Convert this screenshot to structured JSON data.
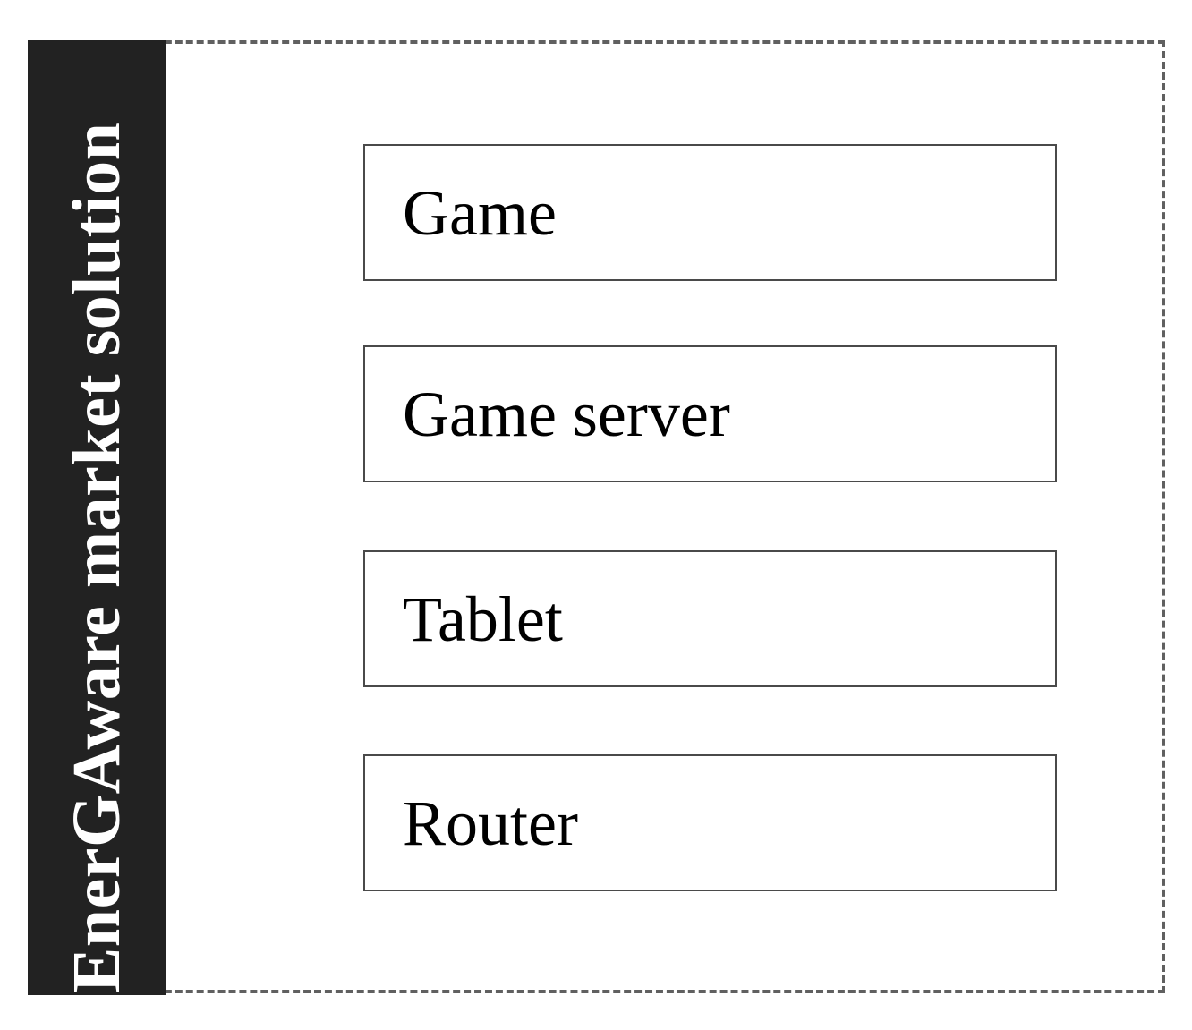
{
  "diagram": {
    "side_label": "EnerGAware market solution",
    "components": [
      {
        "label": "Game"
      },
      {
        "label": "Game server"
      },
      {
        "label": "Tablet"
      },
      {
        "label": "Router"
      }
    ],
    "colors": {
      "side_bar": "#222222",
      "frame_dash": "#606060",
      "box_border": "#4a4a4a",
      "text": "#000000"
    }
  }
}
